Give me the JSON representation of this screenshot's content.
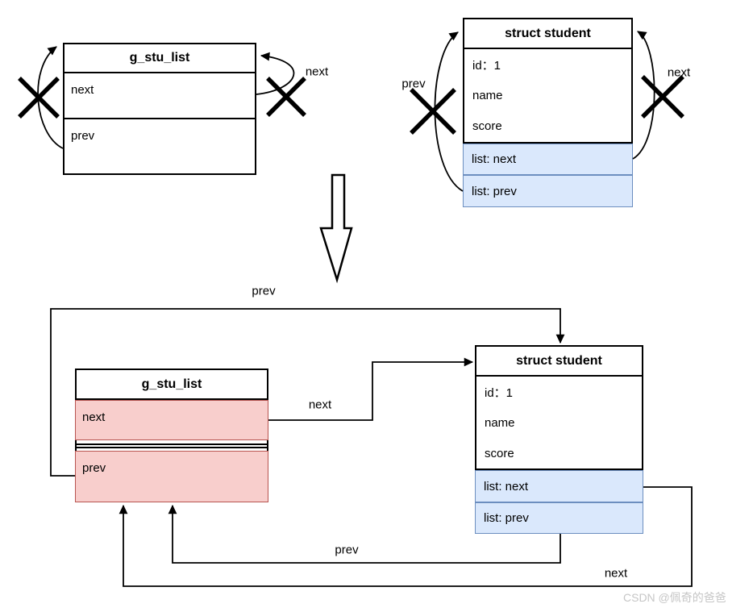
{
  "colors": {
    "pink_fill": "#f8cecc",
    "pink_border": "#b85450",
    "blue_fill": "#dae8fc",
    "blue_border": "#6c8ebf",
    "line": "#000000",
    "watermark_text": "#c6c6c6"
  },
  "boxes": {
    "top_left": {
      "title": "g_stu_list",
      "rows": {
        "next": "next",
        "prev": "prev"
      }
    },
    "top_right": {
      "title": "struct student",
      "fields": [
        "id：1",
        "name",
        "score"
      ],
      "list_rows": [
        "list: next",
        "list: prev"
      ]
    },
    "bottom_left": {
      "title": "g_stu_list",
      "rows": {
        "next": "next",
        "prev": "prev"
      }
    },
    "bottom_right": {
      "title": "struct student",
      "fields": [
        "id：1",
        "name",
        "score"
      ],
      "list_rows": [
        "list: next",
        "list: prev"
      ]
    }
  },
  "labels": {
    "top_left_next": "next",
    "top_right_prev": "prev",
    "top_right_next": "next",
    "prev_to_student": "prev",
    "next_to_student": "next",
    "prev_to_list": "prev",
    "next_to_list": "next"
  },
  "watermark": "CSDN @佩奇的爸爸"
}
